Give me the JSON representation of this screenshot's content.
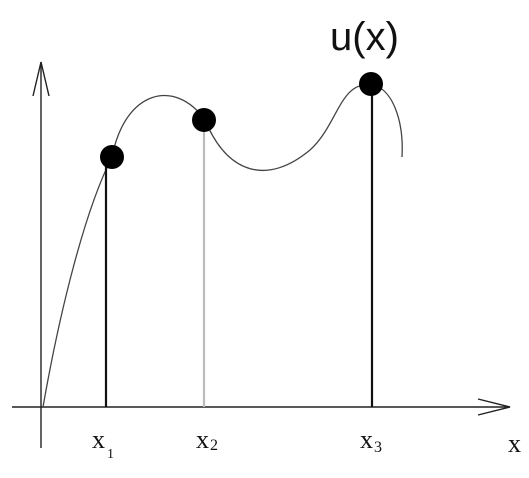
{
  "function_label": "u(x)",
  "axis_label_x": "x",
  "points": [
    {
      "main": "x",
      "sub": "1"
    },
    {
      "main": "x",
      "sub": "2"
    },
    {
      "main": "x",
      "sub": "3"
    }
  ]
}
